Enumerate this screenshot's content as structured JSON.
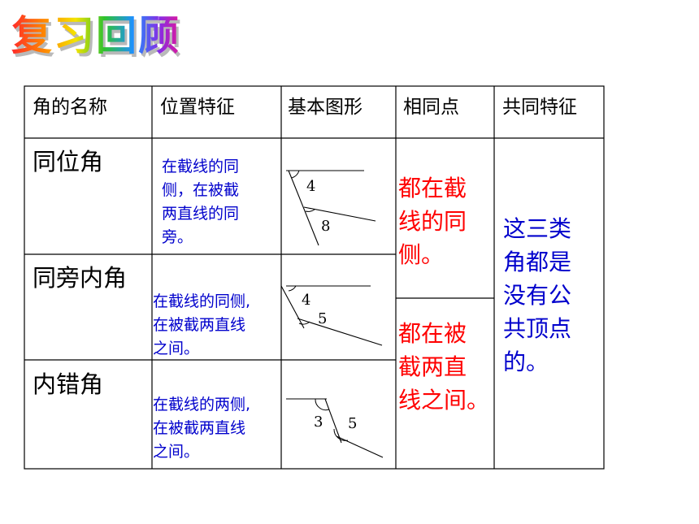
{
  "title": "复习回顾",
  "table": {
    "headers": [
      "角的名称",
      "位置特征",
      "基本图形",
      "相同点",
      "共同特征"
    ],
    "rows": [
      {
        "name": "同位角",
        "position_lines": [
          "在截线的同",
          "侧，在被截",
          "两直线的同",
          "旁。"
        ],
        "figure_labels": [
          "4",
          "8"
        ]
      },
      {
        "name": "同旁内角",
        "position_lines": [
          "在截线的同侧,",
          "在被截两直线",
          "之间。"
        ],
        "figure_labels": [
          "4",
          "5"
        ]
      },
      {
        "name": "内错角",
        "position_lines": [
          "在截线的两侧,",
          "在被截两直线",
          "之间。"
        ],
        "figure_labels": [
          "3",
          "5"
        ]
      }
    ],
    "same_point_1_lines": [
      "都在截",
      "线的同",
      "侧。"
    ],
    "same_point_2_lines": [
      "都在被",
      "截两直",
      "线之间。"
    ],
    "common_feature_lines": [
      "这三类",
      "角都是",
      "没有公",
      "共顶点",
      "的。"
    ]
  },
  "colors": {
    "position_text": "#0000cc",
    "same_point": "#ff0000",
    "common_feature": "#0000cc"
  }
}
